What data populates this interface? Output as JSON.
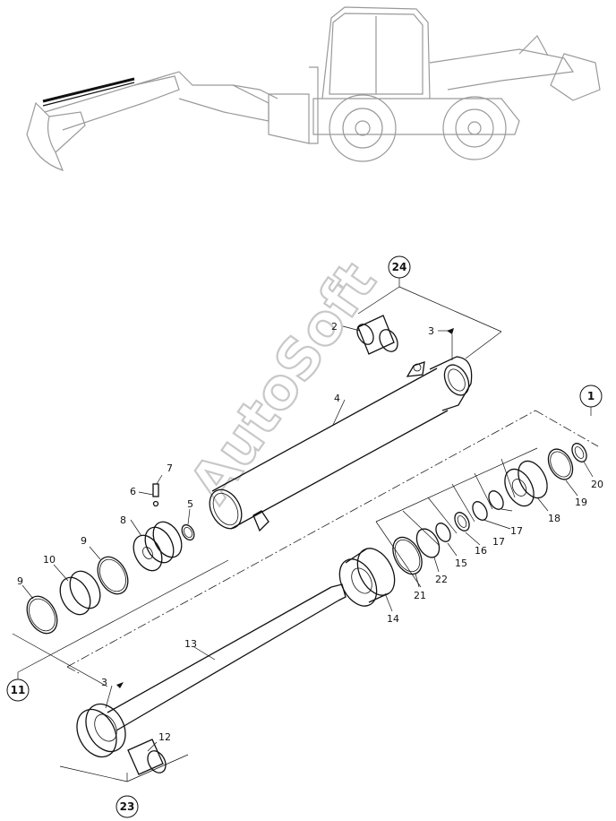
{
  "watermark": "AutoSoft",
  "callouts": {
    "p1": "1",
    "p2": "2",
    "p3a": "3",
    "p3b": "3",
    "p4": "4",
    "p5": "5",
    "p6": "6",
    "p7": "7",
    "p8": "8",
    "p9a": "9",
    "p9b": "9",
    "p10": "10",
    "p11": "11",
    "p12": "12",
    "p13": "13",
    "p14": "14",
    "p15": "15",
    "p16": "16",
    "p17a": "17",
    "p17b": "17",
    "p18": "18",
    "p19": "19",
    "p20": "20",
    "p21": "21",
    "p22": "22",
    "p23": "23",
    "p24": "24"
  }
}
